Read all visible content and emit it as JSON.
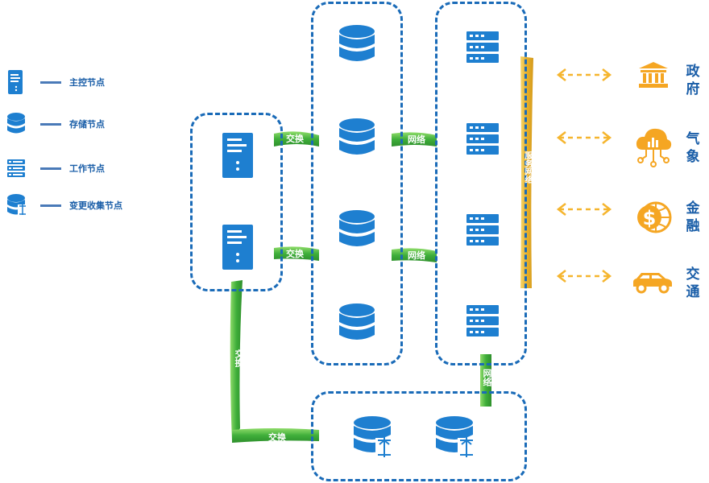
{
  "legend": {
    "items": [
      {
        "label": "主控节点",
        "icon": "master-node-icon"
      },
      {
        "label": "存储节点",
        "icon": "storage-node-icon"
      },
      {
        "label": "工作节点",
        "icon": "worker-node-icon"
      },
      {
        "label": "变更收集节点",
        "icon": "change-collect-node-icon"
      }
    ]
  },
  "links": {
    "exchange_top": "交换",
    "exchange_mid": "交换",
    "exchange_vertical": "交换",
    "exchange_bottom": "交换",
    "network_top": "网络",
    "network_mid": "网络",
    "network_bottom": "网络",
    "service_network": "服务网络"
  },
  "consumers": [
    {
      "label": "政府",
      "icon": "government-building-icon"
    },
    {
      "label": "气象",
      "icon": "weather-cloud-icon"
    },
    {
      "label": "金融",
      "icon": "finance-dollar-icon"
    },
    {
      "label": "交通",
      "icon": "car-icon"
    }
  ],
  "colors": {
    "primary": "#1a6bb8",
    "node": "#1e7fd0",
    "exchange": "#4cb848",
    "service": "#eebb33",
    "consumer": "#f5a623"
  }
}
